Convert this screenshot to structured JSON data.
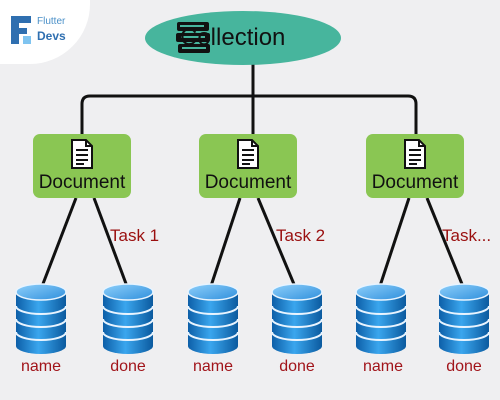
{
  "brand": {
    "line1": "Flutter",
    "line2": "Devs"
  },
  "collection": {
    "label": "Collection",
    "icon": "books-icon",
    "color": "#47b59d"
  },
  "documents": [
    {
      "label": "Document",
      "icon": "document-icon",
      "task": "Task 1",
      "fields": [
        "name",
        "done"
      ]
    },
    {
      "label": "Document",
      "icon": "document-icon",
      "task": "Task 2",
      "fields": [
        "name",
        "done"
      ]
    },
    {
      "label": "Document",
      "icon": "document-icon",
      "task": "Task...",
      "fields": [
        "name",
        "done"
      ]
    }
  ],
  "colors": {
    "document_box": "#8ac653",
    "database": "#1f7fd0",
    "field_text": "#a1141a",
    "task_text": "#9a0f0f"
  }
}
